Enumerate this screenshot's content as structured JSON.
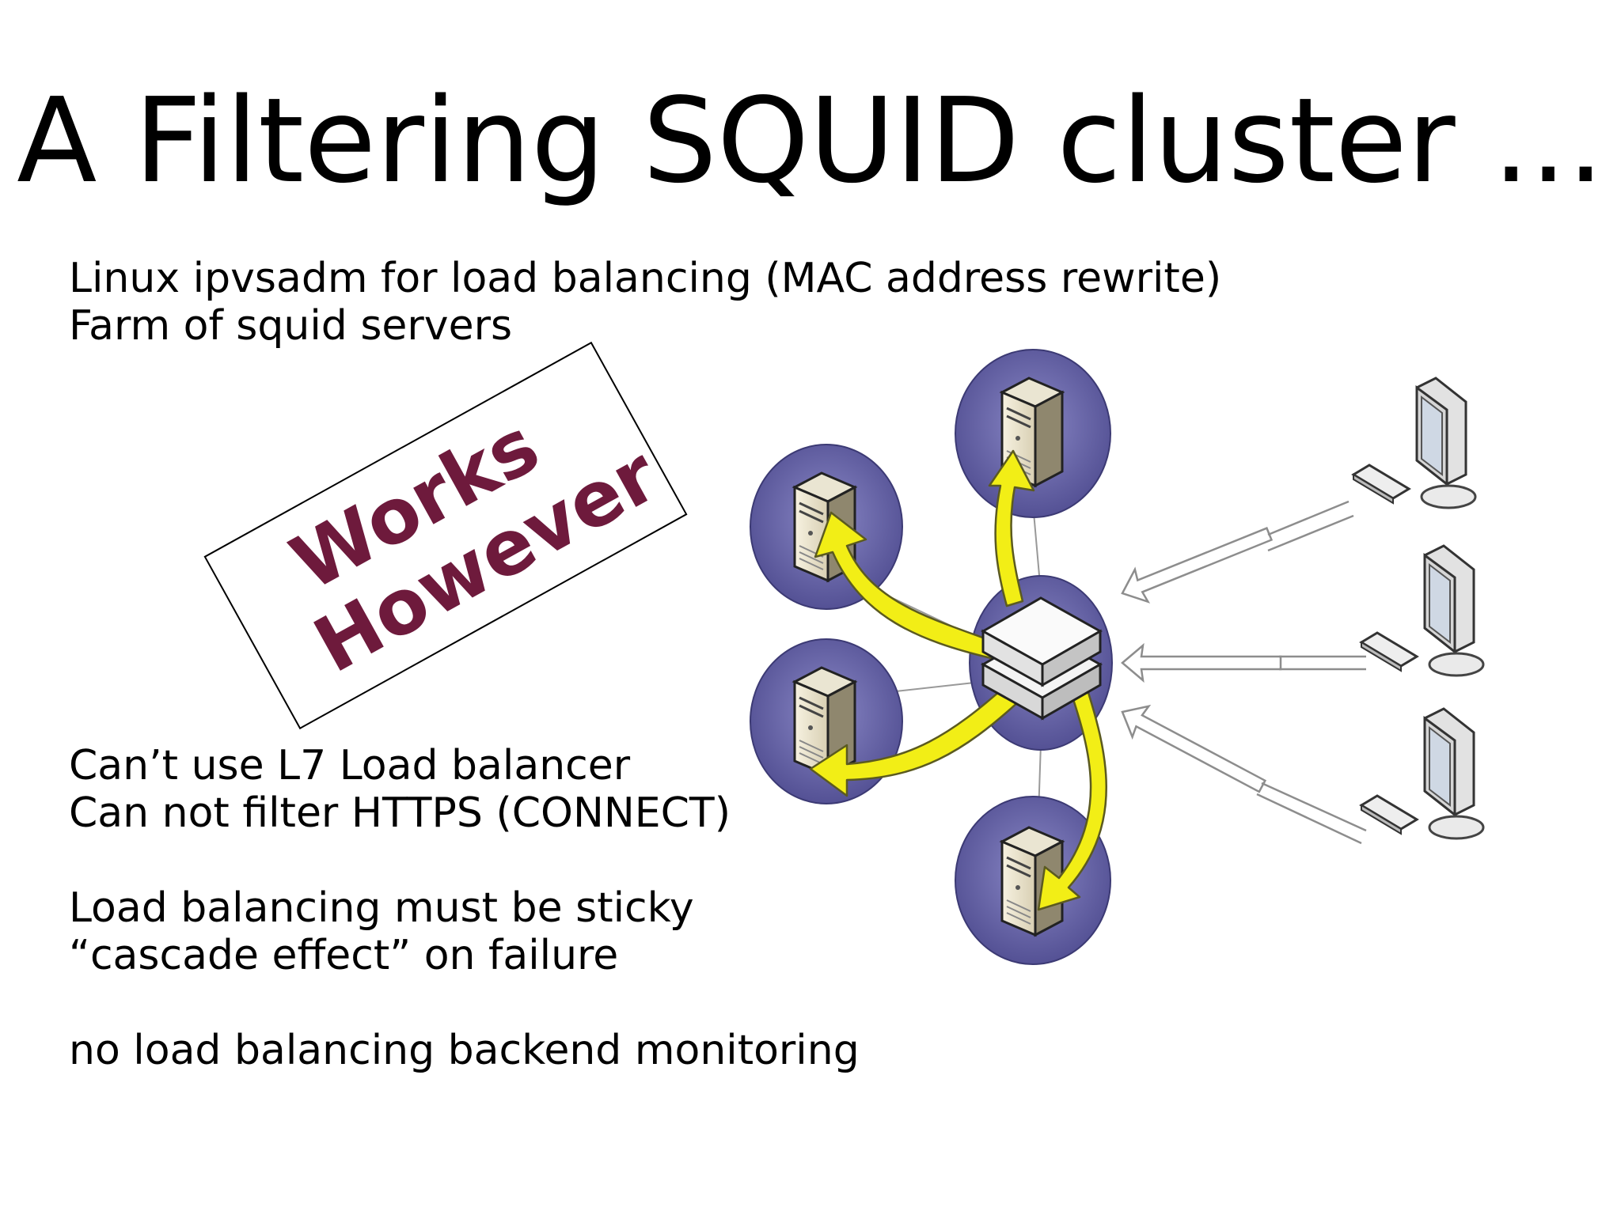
{
  "slide": {
    "title": "A Filtering SQUID cluster ...",
    "top_lines": [
      "Linux ipvsadm for load balancing (MAC address rewrite)",
      "Farm of squid servers"
    ],
    "stamp_lines": [
      "Works",
      "However"
    ],
    "l7_lines": [
      "Can’t use L7 Load balancer",
      "Can not filter HTTPS (CONNECT)"
    ],
    "sticky_lines": [
      "Load balancing must be sticky",
      "“cascade effect” on failure"
    ],
    "monitor_line": "no load balancing backend monitoring"
  },
  "colors": {
    "stamp_text": "#6e1a3c",
    "node_circle": "#5d5a9c",
    "flow_arrow": "#f2ee16",
    "request_arrow": "#9a9a9a"
  },
  "diagram": {
    "server_nodes": 4,
    "client_workstations": 3,
    "icons": [
      "server-icon",
      "load-balancer-icon",
      "workstation-icon"
    ]
  }
}
